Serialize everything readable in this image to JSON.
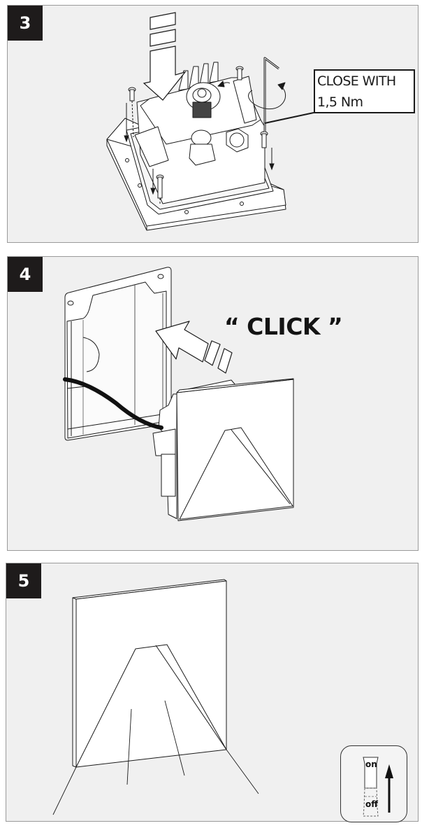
{
  "steps": [
    {
      "number": "3",
      "callout": {
        "line1": "CLOSE WITH",
        "line2": "1,5 Nm"
      },
      "illustration": "fixture-body-screwed-onto-mounting-frame-with-hex-key"
    },
    {
      "number": "4",
      "callout": {
        "text": "“ CLICK ”"
      },
      "illustration": "front-plate-pushed-into-recessed-box"
    },
    {
      "number": "5",
      "illustration": "installed-fixture-emitting-light-downward",
      "switch": {
        "on_label": "on",
        "off_label": "off",
        "icon": "power-switch-on-arrow-up"
      }
    }
  ],
  "colors": {
    "panel_bg": "#f0f0f0",
    "badge_bg": "#1e1b1b",
    "badge_text": "#ffffff",
    "line": "#1a1a1a"
  }
}
